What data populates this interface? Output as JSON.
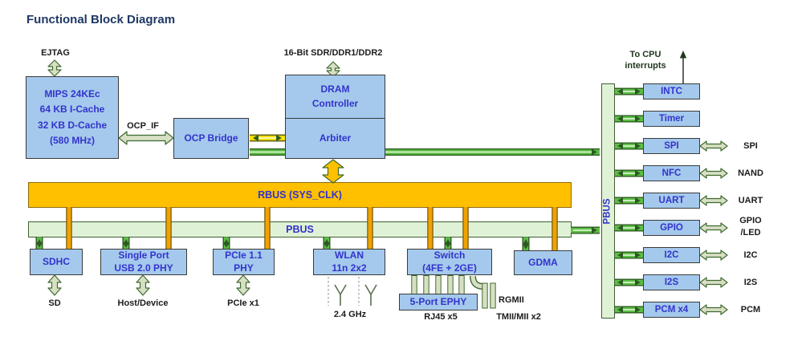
{
  "title": "Functional Block Diagram",
  "colors": {
    "title_text": "#1F3864",
    "block_fill": "#A4C9EC",
    "block_text": "#3333CC",
    "rbus_fill": "#FFC000",
    "pbus_fill": "#E0F2D6",
    "pipe_green": "#5CC044",
    "pipe_orange": "#F0A202",
    "pipe_yellow": "#FFE800",
    "connector_beige": "#D7DFC4"
  },
  "cpu": {
    "ejtag_label": "EJTAG",
    "core_box": "MIPS 24KEc\n64 KB I-Cache\n32 KB D-Cache\n(580 MHz)",
    "ocp_if_label": "OCP_IF",
    "ocp_bridge_box": "OCP Bridge"
  },
  "memory": {
    "interface_label": "16-Bit SDR/DDR1/DDR2",
    "dram_controller_box": "DRAM\nController",
    "arbiter_box": "Arbiter"
  },
  "buses": {
    "rbus_label": "RBUS (SYS_CLK)",
    "pbus_label": "PBUS",
    "pbus_vertical_label": "PBUS"
  },
  "bottom_blocks": {
    "sdhc": {
      "box": "SDHC",
      "external": "SD"
    },
    "usb": {
      "box": "Single Port\nUSB 2.0 PHY",
      "external": "Host/Device"
    },
    "pcie": {
      "box": "PCIe 1.1\nPHY",
      "external": "PCIe x1"
    },
    "wlan": {
      "box": "WLAN\n11n 2x2",
      "external": "2.4 GHz"
    },
    "switch": {
      "box": "Switch\n(4FE + 2GE)",
      "ephy_box": "5-Port EPHY",
      "rj45_label": "RJ45 x5",
      "rgmii_label": "RGMII",
      "tmii_label": "TMII/MII x2"
    },
    "gdma": {
      "box": "GDMA"
    }
  },
  "right_blocks": {
    "intc": {
      "box": "INTC",
      "note": "To CPU\ninterrupts"
    },
    "timer": {
      "box": "Timer"
    },
    "spi": {
      "box": "SPI",
      "external": "SPI"
    },
    "nfc": {
      "box": "NFC",
      "external": "NAND"
    },
    "uart": {
      "box": "UART",
      "external": "UART"
    },
    "gpio": {
      "box": "GPIO",
      "external": "GPIO\n/LED"
    },
    "i2c": {
      "box": "I2C",
      "external": "I2C"
    },
    "i2s": {
      "box": "I2S",
      "external": "I2S"
    },
    "pcm": {
      "box": "PCM x4",
      "external": "PCM"
    }
  }
}
